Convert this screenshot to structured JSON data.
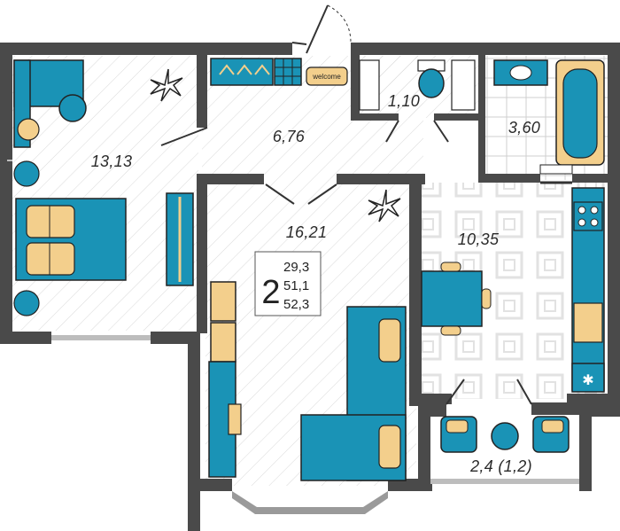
{
  "plan": {
    "rooms": [
      {
        "id": "bedroom",
        "area": "13,13"
      },
      {
        "id": "hall",
        "area": "6,76"
      },
      {
        "id": "wc",
        "area": "1,10"
      },
      {
        "id": "bathroom",
        "area": "3,60"
      },
      {
        "id": "living",
        "area": "16,21"
      },
      {
        "id": "kitchen",
        "area": "10,35"
      },
      {
        "id": "balcony",
        "area": "2,4 (1,2)"
      }
    ],
    "summary": {
      "rooms_count": "2",
      "living_area": "29,3",
      "total_area": "51,1",
      "total_with_balcony": "52,3"
    },
    "doormat_label": "welcome"
  },
  "colors": {
    "wall": "#4a4a4a",
    "furniture": "#1a93b6",
    "accent": "#f3cf8c",
    "outline": "#222222",
    "floor_pattern": "#e6e6e6"
  }
}
